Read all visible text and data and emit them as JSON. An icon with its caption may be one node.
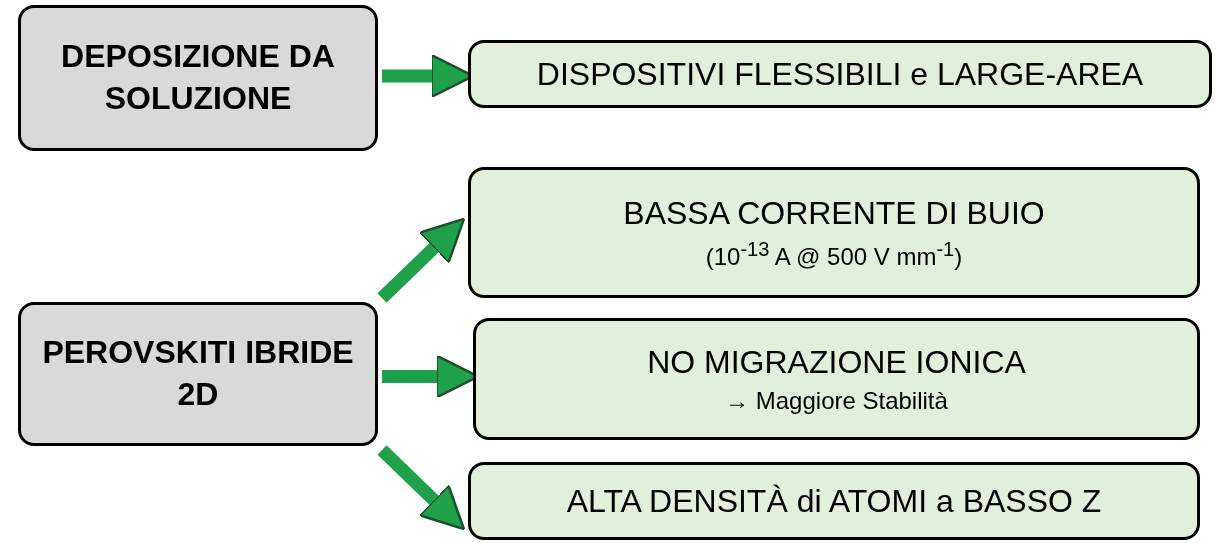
{
  "diagram": {
    "nodes": [
      {
        "text": [
          "DEPOSIZIONE DA SOLUZIONE"
        ]
      },
      {
        "text": [
          "DISPOSITIVI FLESSIBILI e LARGE-AREA"
        ]
      },
      {
        "text": [
          "PEROVSKITI IBRIDE 2D"
        ]
      },
      {
        "text": [
          "BASSA CORRENTE DI BUIO",
          "(10$^{-13}$ A @ 500 V mm$^{-1}$)"
        ]
      },
      {
        "text": [
          "NO MIGRAZIONE IONICA",
          "→ Maggiore Stabilità"
        ]
      },
      {
        "text": [
          "ALTA DENSITÀ di ATOMI a BASSO Z"
        ]
      }
    ],
    "edges": [
      {
        "from": 0,
        "to": 1,
        "arrow": "to"
      },
      {
        "from": 2,
        "to": 3,
        "arrow": "to"
      },
      {
        "from": 2,
        "to": 4,
        "arrow": "to"
      },
      {
        "from": 2,
        "to": 5,
        "arrow": "to"
      }
    ]
  }
}
